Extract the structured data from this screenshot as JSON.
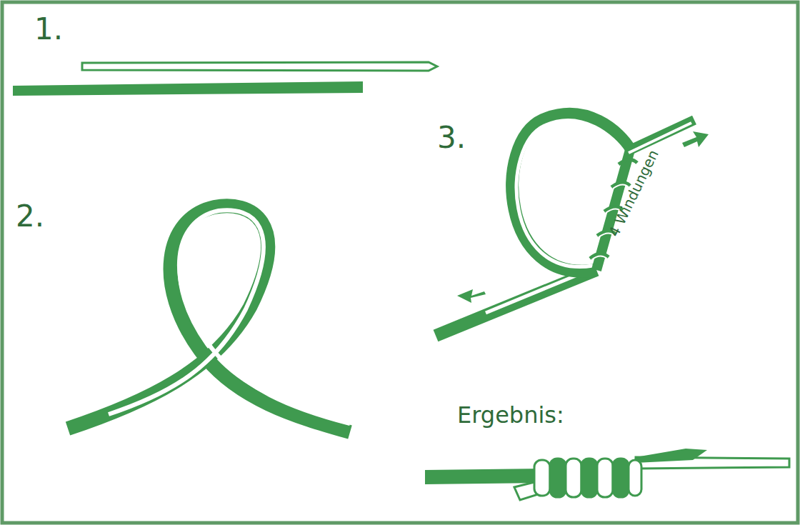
{
  "diagram": {
    "labels": [
      "1.",
      "2.",
      "3.",
      "4 Windungen",
      "Ergebnis:"
    ]
  }
}
